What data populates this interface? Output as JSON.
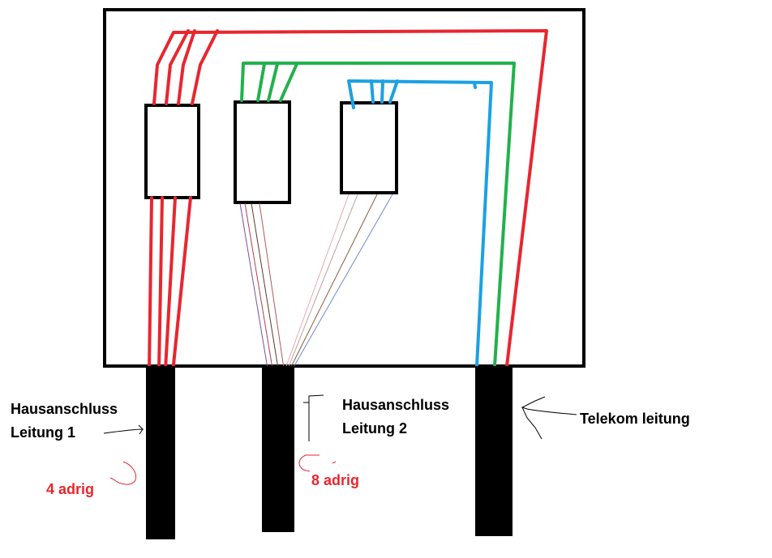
{
  "labels": {
    "hausanschluss_1": {
      "line1": "Hausanschluss",
      "line2": "Leitung 1"
    },
    "hausanschluss_2": {
      "line1": "Hausanschluss",
      "line2": "Leitung 2"
    },
    "telekom": "Telekom leitung",
    "adrig_4": "4 adrig",
    "adrig_8": "8 adrig"
  },
  "colors": {
    "outline": "#000000",
    "wire_red": "#e8262f",
    "wire_green": "#22b14c",
    "wire_blue": "#1ba1e2",
    "label_red": "#e8262f"
  }
}
